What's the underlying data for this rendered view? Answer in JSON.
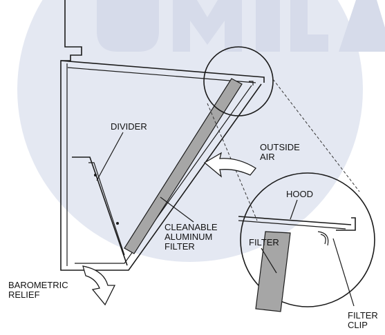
{
  "colors": {
    "background": "#ffffff",
    "watermark": "#d6dbea",
    "filter_fill": "#a6a6a6",
    "line": "#1a1a1a"
  },
  "labels": {
    "divider": "DIVIDER",
    "outside_air_1": "OUTSIDE",
    "outside_air_2": "AIR",
    "hood": "HOOD",
    "cleanable_1": "CLEANABLE",
    "cleanable_2": "ALUMINUM",
    "cleanable_3": "FILTER",
    "filter": "FILTER",
    "barometric_1": "BAROMETRIC",
    "barometric_2": "RELIEF",
    "filter_clip_1": "FILTER",
    "filter_clip_2": "CLIP"
  },
  "icons": {
    "outside_air_arrow": "curved-arrow-icon",
    "barometric_arrow": "down-curved-arrow-icon"
  }
}
